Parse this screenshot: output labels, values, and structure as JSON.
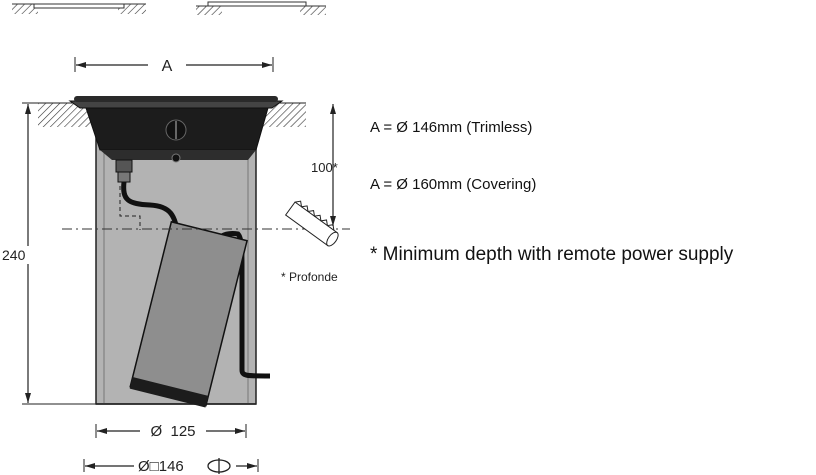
{
  "drawing": {
    "dim_a_label": "A",
    "dim_100_label": "100*",
    "dim_240_label": "240",
    "dim_125_label": "Ø  125",
    "dim_146_label": "Ø□146",
    "profondeur_label": "* Profonde",
    "colors": {
      "line": "#222222",
      "body_fill": "#b3b3b3",
      "lamp_fill": "#8e8e8e",
      "dark": "#1c1c1c"
    }
  },
  "notes": {
    "trimless": "A = Ø 146mm (Trimless)",
    "covering": "A = Ø 160mm (Covering)",
    "min_depth": "* Minimum depth with remote power supply"
  }
}
